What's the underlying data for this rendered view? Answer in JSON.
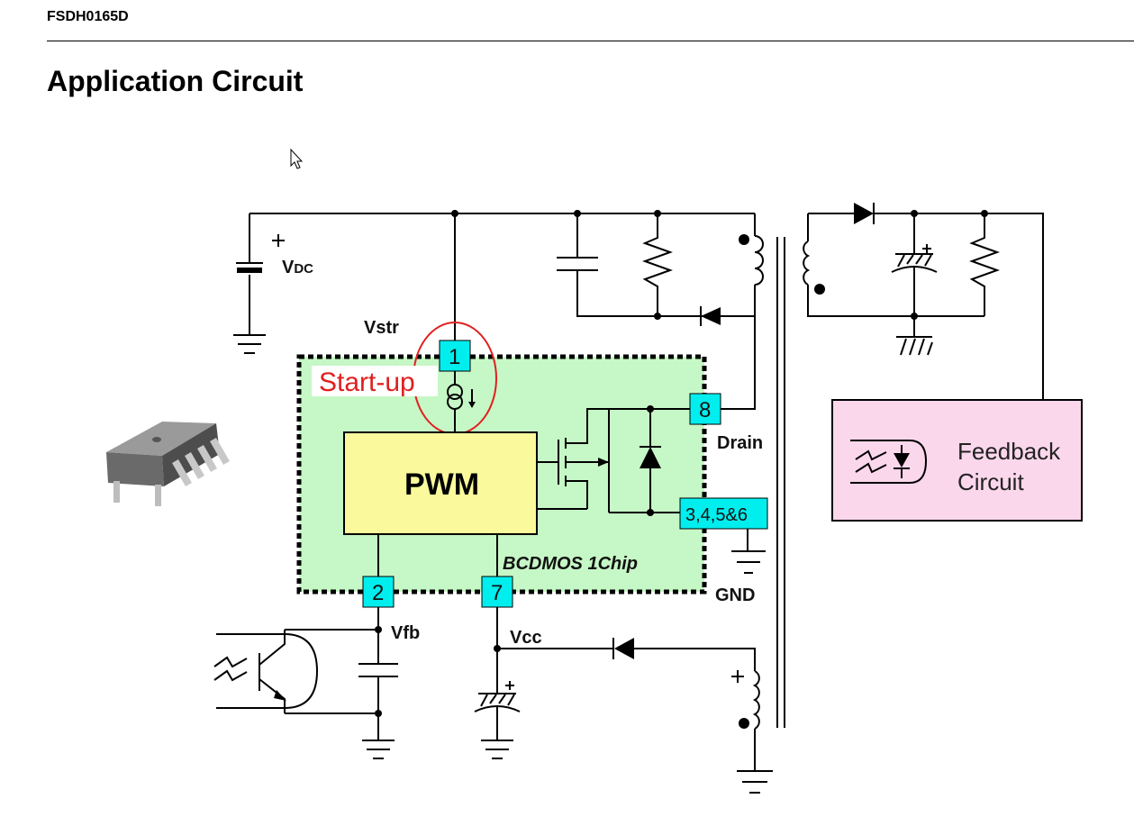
{
  "header": {
    "doc_id": "FSDH0165D"
  },
  "title": "Application Circuit",
  "labels": {
    "vdc_main": "V",
    "vdc_sub": "DC",
    "vstr": "Vstr",
    "startup": "Start-up",
    "pwm": "PWM",
    "chip": "BCDMOS 1Chip",
    "drain": "Drain",
    "gnd": "GND",
    "vfb": "Vfb",
    "vcc": "Vcc",
    "feedback_line1": "Feedback",
    "feedback_line2": "Circuit"
  },
  "pins": {
    "p1": "1",
    "p2": "2",
    "p7": "7",
    "p8": "8",
    "p3456": "3,4,5&6"
  },
  "colors": {
    "chip_fill": "#c6f7c6",
    "pwm_fill": "#fafa9c",
    "pin_fill": "#00eeee",
    "feedback_fill": "#fbd7ec",
    "startup_red": "#e02020"
  },
  "icons": [
    "dip8-package-icon",
    "mouse-cursor-icon",
    "optocoupler-icon"
  ]
}
